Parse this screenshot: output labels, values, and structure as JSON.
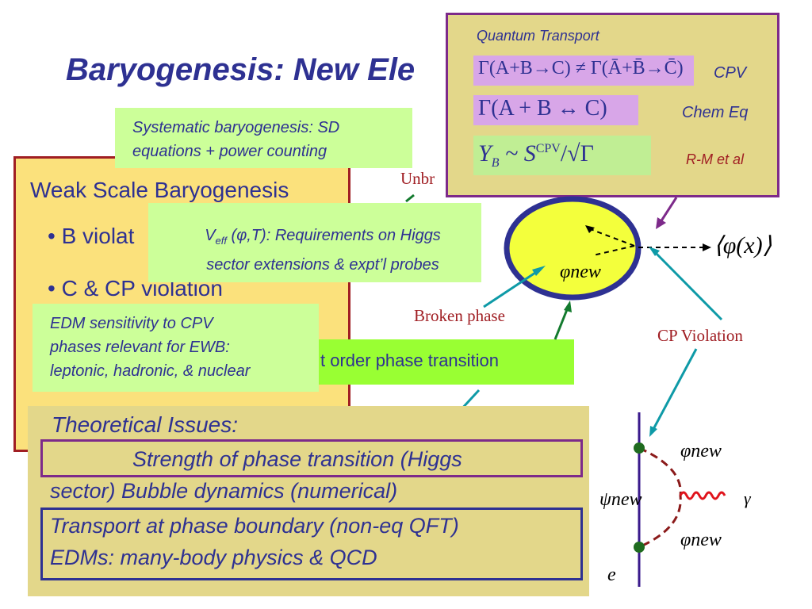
{
  "title": "Baryogenesis: New Ele",
  "weak_box": {
    "heading": "Weak Scale Baryogenesis",
    "bullet1": "• B violat",
    "bullet2": "• C & CP violation"
  },
  "systematic_box": {
    "line1": "Systematic baryogenesis: SD",
    "line2": "equations + power counting"
  },
  "veff_box": {
    "v": "V",
    "sub": "eff",
    "args": " (φ,T)",
    "line1_rest": ": Requirements on Higgs",
    "line2": "sector extensions & expt’l probes"
  },
  "edm_box": {
    "line1": "EDM sensitivity to CPV",
    "line2": "phases relevant for EWB:",
    "line3": "leptonic, hadronic, & nuclear"
  },
  "first_order_box": {
    "text": "t order phase transition"
  },
  "quantum_transport": {
    "heading": "Quantum Transport",
    "eq1": "Γ(A+B→C) ≠ Γ(Ā+B̄→C̄)",
    "eq1_label": "CPV",
    "eq2": "Γ(A + B ↔ C)",
    "eq2_label": "Chem Eq",
    "eq3_main": "Y",
    "eq3_sub": "B",
    "eq3_mid": " ~ S",
    "eq3_sup": "CPV",
    "eq3_end": "/√Γ",
    "eq3_label": "R-M et al"
  },
  "diagram": {
    "unbroken": "Unbr",
    "phi_new_bubble": "φnew",
    "vev": "⟨φ(x)⟩",
    "broken_phase": "Broken phase",
    "cp_violation": "CP Violation",
    "phi_top": "φnew",
    "psi": "ψnew",
    "gamma": "γ",
    "phi_bottom": "φnew",
    "electron": "e"
  },
  "theoretical": {
    "heading": "Theoretical Issues:",
    "line1": "Strength of phase transition (Higgs",
    "line2": "sector) Bubble dynamics (numerical)",
    "line3": "Transport at phase boundary (non-eq QFT)",
    "line4": "EDMs: many-body physics & QCD"
  },
  "colors": {
    "title": "#2e3192",
    "weak_fill": "#fbe17c",
    "weak_border": "#a01e23",
    "note_green": "#ccff99",
    "bright_green": "#99ff33",
    "panel": "#e3d78a",
    "purple": "#7d2a8a",
    "teal": "#0e9aa7",
    "bubble": "#f3ff3c"
  }
}
